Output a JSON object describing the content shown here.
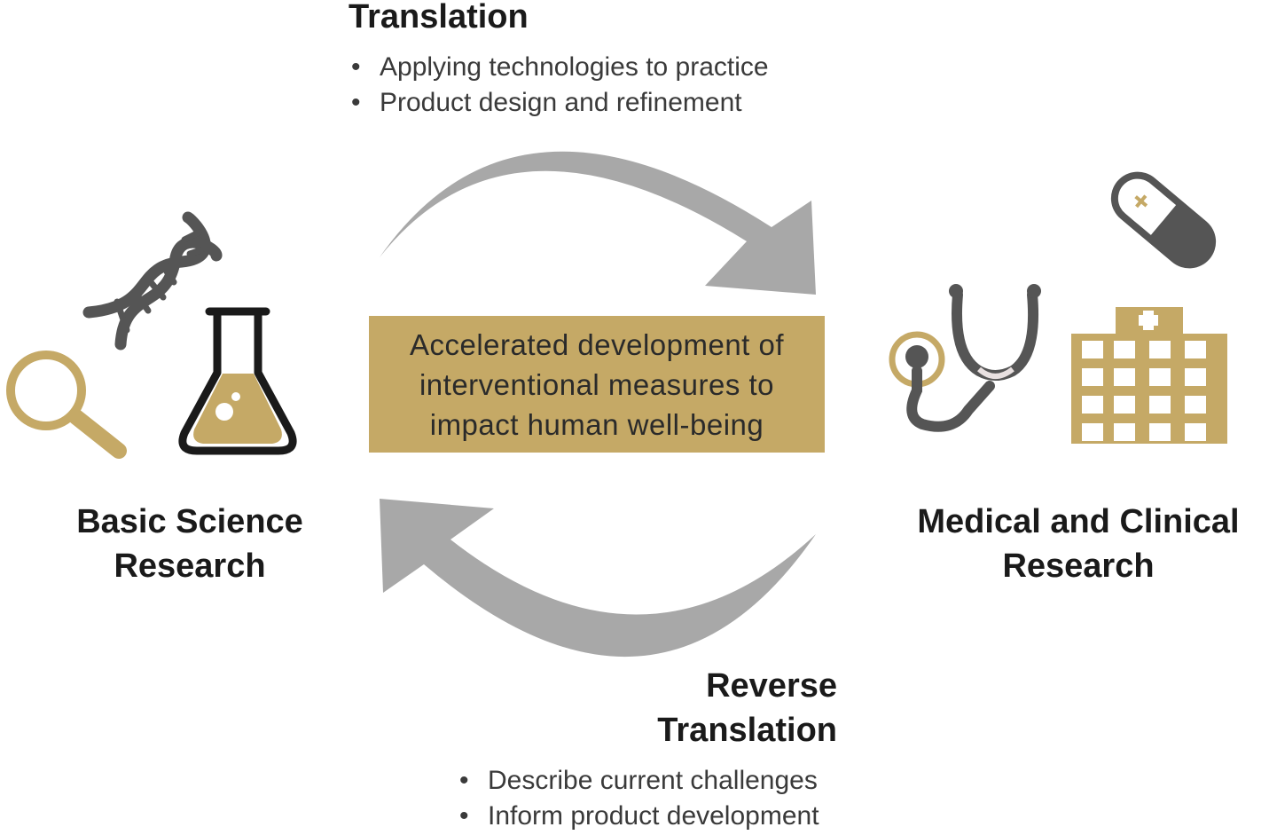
{
  "translation": {
    "title": "Translation",
    "bullets": [
      "Applying technologies to practice",
      "Product design and refinement"
    ]
  },
  "reverse_translation": {
    "title_lines": [
      "Reverse",
      "Translation"
    ],
    "bullets": [
      "Describe current challenges",
      "Inform product development"
    ]
  },
  "basic_science": {
    "label_lines": [
      "Basic Science",
      "Research"
    ],
    "icons": [
      "dna-icon",
      "magnifying-glass-icon",
      "flask-icon"
    ]
  },
  "medical_clinical": {
    "label_lines": [
      "Medical and Clinical",
      "Research"
    ],
    "icons": [
      "pill-icon",
      "stethoscope-icon",
      "hospital-icon"
    ]
  },
  "center": {
    "lines": [
      "Accelerated development of",
      "interventional measures to",
      "impact human well-being"
    ]
  },
  "colors": {
    "gold": "#c5a966",
    "dark_gray": "#555555",
    "arrow_gray": "#a8a8a8",
    "text": "#1a1a1a"
  }
}
